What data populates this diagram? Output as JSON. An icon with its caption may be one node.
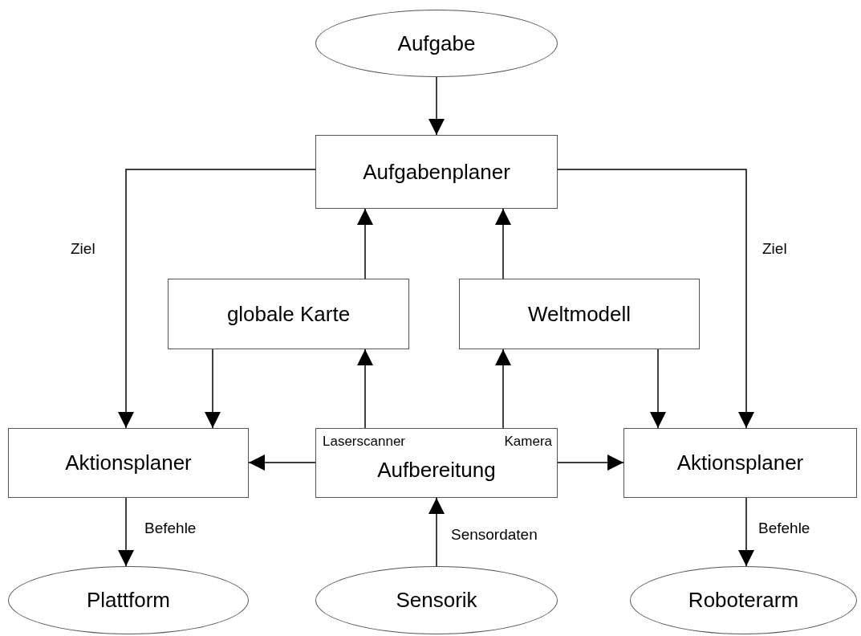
{
  "diagram": {
    "nodes": [
      {
        "text": [
          "Aufgabe"
        ]
      },
      {
        "text": [
          "Aufgabenplaner"
        ]
      },
      {
        "text": [
          "globale Karte"
        ]
      },
      {
        "text": [
          "Weltmodell"
        ]
      },
      {
        "text": [
          "Aktionsplaner"
        ]
      },
      {
        "text": [
          "Laserscanner",
          "Kamera",
          "Aufbereitung"
        ]
      },
      {
        "text": [
          "Aktionsplaner"
        ]
      },
      {
        "text": [
          "Plattform"
        ]
      },
      {
        "text": [
          "Sensorik"
        ]
      },
      {
        "text": [
          "Roboterarm"
        ]
      }
    ],
    "edges": [
      {
        "from": 0,
        "to": 1,
        "arrow": "to"
      },
      {
        "from": 1,
        "to": 4,
        "arrow": "to",
        "label": "Ziel"
      },
      {
        "from": 1,
        "to": 6,
        "arrow": "to",
        "label": "Ziel"
      },
      {
        "from": 5,
        "to": 2,
        "arrow": "to"
      },
      {
        "from": 5,
        "to": 3,
        "arrow": "to"
      },
      {
        "from": 2,
        "to": 1,
        "arrow": "to"
      },
      {
        "from": 3,
        "to": 1,
        "arrow": "to"
      },
      {
        "from": 2,
        "to": 4,
        "arrow": "to"
      },
      {
        "from": 3,
        "to": 6,
        "arrow": "to"
      },
      {
        "from": 5,
        "to": 4,
        "arrow": "to"
      },
      {
        "from": 5,
        "to": 6,
        "arrow": "to"
      },
      {
        "from": 4,
        "to": 7,
        "arrow": "to",
        "label": "Befehle"
      },
      {
        "from": 6,
        "to": 9,
        "arrow": "to",
        "label": "Befehle"
      },
      {
        "from": 8,
        "to": 5,
        "arrow": "to",
        "label": "Sensordaten"
      }
    ]
  }
}
